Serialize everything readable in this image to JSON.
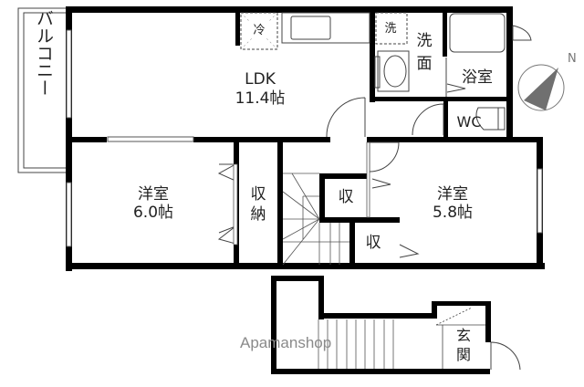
{
  "floorplan": {
    "rooms": {
      "balcony": "バルコニー",
      "ldk_name": "LDK",
      "ldk_size": "11.4帖",
      "fridge": "冷",
      "washer": "洗",
      "washroom": "洗面",
      "bath": "浴室",
      "wc": "WC",
      "western1_name": "洋室",
      "western1_size": "6.0帖",
      "storage_tall": "収納",
      "storage1": "収",
      "storage2": "収",
      "western2_name": "洋室",
      "western2_size": "5.8帖",
      "entrance": "玄関"
    },
    "compass": {
      "label": "N"
    },
    "watermark": "Apamanshop"
  }
}
